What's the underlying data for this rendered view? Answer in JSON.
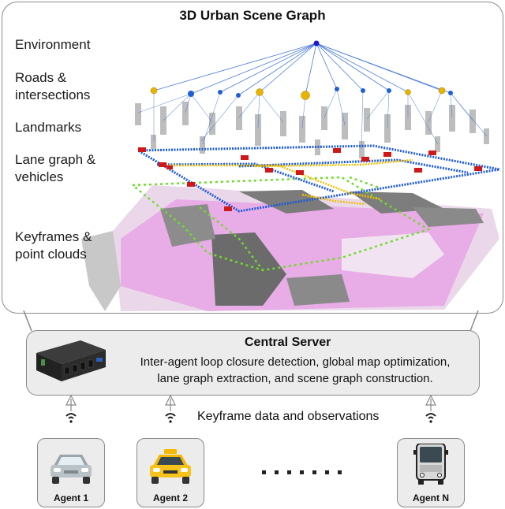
{
  "scene": {
    "title": "3D Urban Scene Graph",
    "layers": [
      {
        "line1": "Environment",
        "line2": ""
      },
      {
        "line1": "Roads &",
        "line2": "intersections"
      },
      {
        "line1": "Landmarks",
        "line2": ""
      },
      {
        "line1": "Lane graph &",
        "line2": "vehicles"
      },
      {
        "line1": "Keyframes &",
        "line2": "point clouds"
      }
    ]
  },
  "server": {
    "title": "Central Server",
    "description_line1": "Inter-agent loop closure detection, global map optimization,",
    "description_line2": "lane graph extraction, and scene graph construction."
  },
  "uplink_label": "Keyframe data and observations",
  "agents": [
    {
      "label": "Agent 1",
      "icon": "car-icon"
    },
    {
      "label": "Agent 2",
      "icon": "taxi-icon"
    },
    {
      "label": "Agent N",
      "icon": "bus-icon"
    }
  ],
  "colors": {
    "environment_node": "#1a1acc",
    "road_node": "#1f5fd6",
    "intersection_node": "#e8b400",
    "lane_graph_blue": "#1e5bd6",
    "lane_graph_yellow": "#f0c000",
    "vehicle": "#d01818",
    "keyframe_path": "#6ddc2a",
    "point_cloud_magenta": "#e060e0",
    "landmark_gray": "#b8b8b8"
  }
}
